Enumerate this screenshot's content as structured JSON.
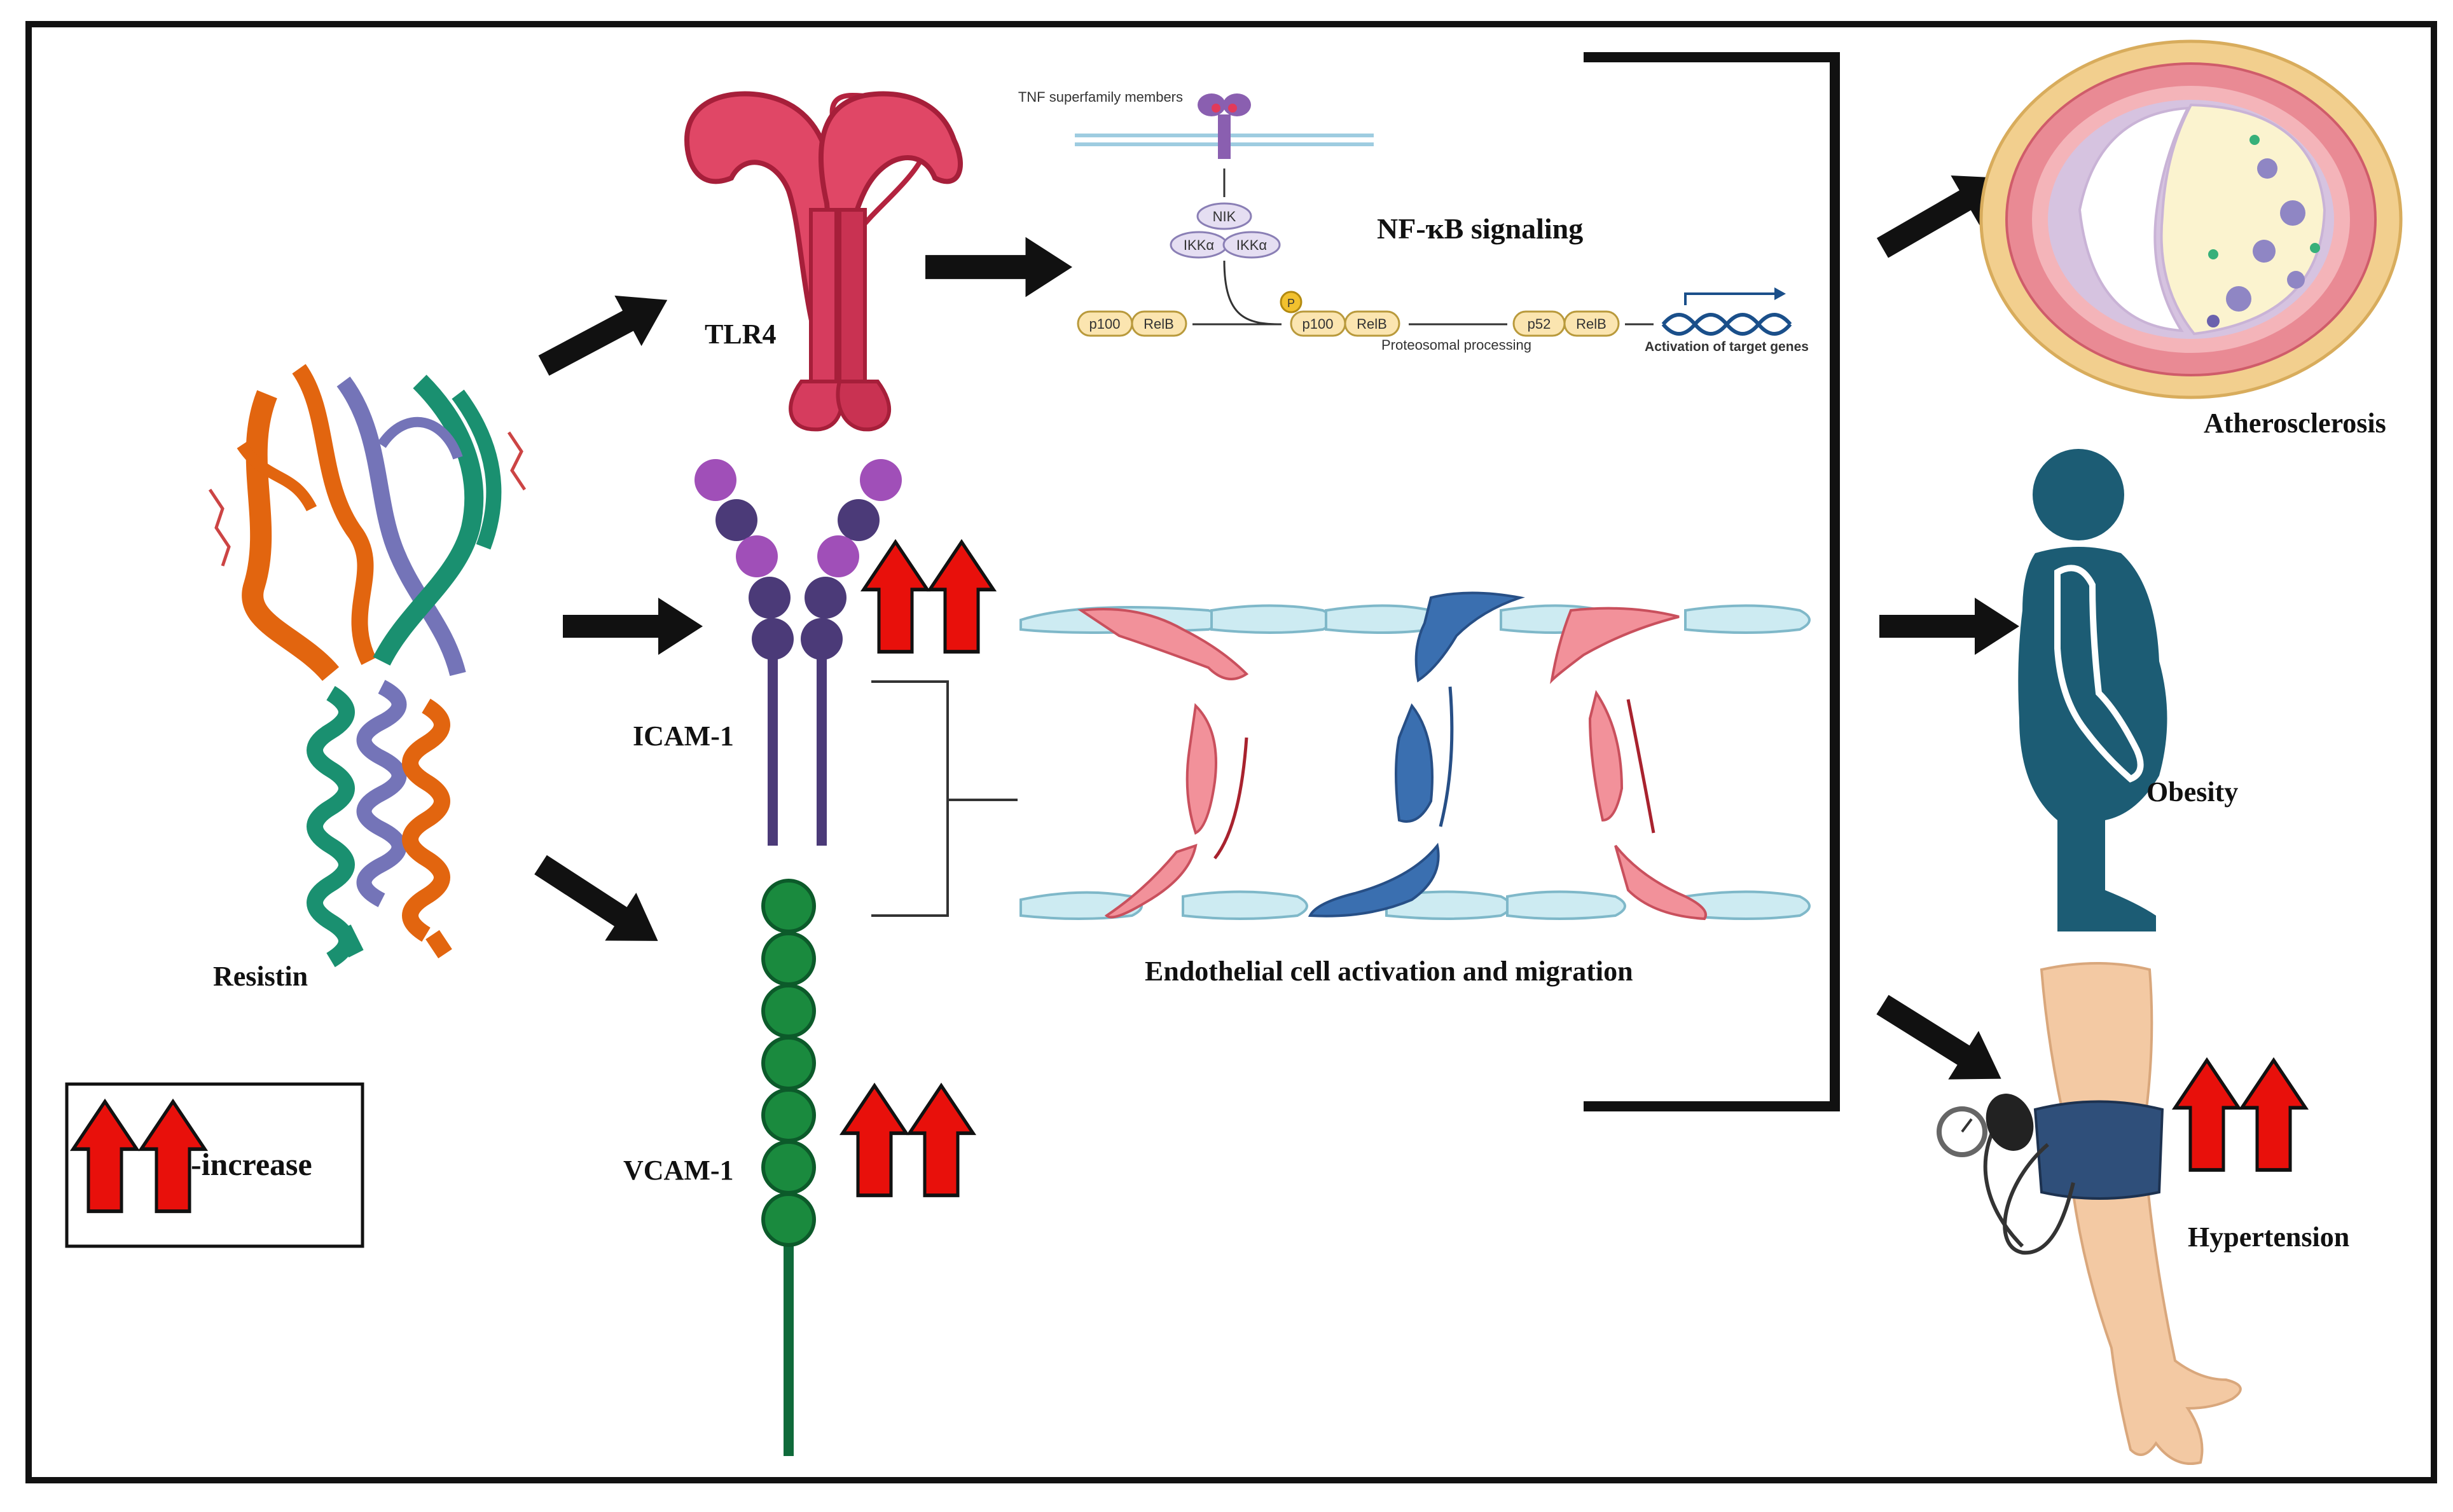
{
  "labels": {
    "tlr4": "TLR4",
    "resistin": "Resistin",
    "icam": "ICAM-1",
    "vcam": "VCAM-1",
    "nfkb": "NF-ҡB signaling",
    "endothelial": "Endothelial cell activation and migration",
    "atherosclerosis": "Atherosclerosis",
    "obesity": "Obesity",
    "hypertension": "Hypertension",
    "legend_increase": "-increase"
  },
  "nfkb_pathway": {
    "tnf": "TNF superfamily members",
    "nik": "NIK",
    "ikka1": "IKKα",
    "ikka2": "IKKα",
    "p100_a": "p100",
    "relb_a": "RelB",
    "phospho": "P",
    "p100_b": "p100",
    "relb_b": "RelB",
    "proteosomal": "Proteosomal processing",
    "p52": "p52",
    "relb_c": "RelB",
    "activation": "Activation of target genes"
  },
  "colors": {
    "tlr4": "#d63c5e",
    "icam_dark": "#4b3a78",
    "icam_light": "#a04fb8",
    "vcam": "#1a8a3e",
    "increase_arrow": "#e8100b",
    "body": "#1c5c74",
    "vessel_outer": "#f2cf8e",
    "vessel_muscle": "#e98a94"
  }
}
